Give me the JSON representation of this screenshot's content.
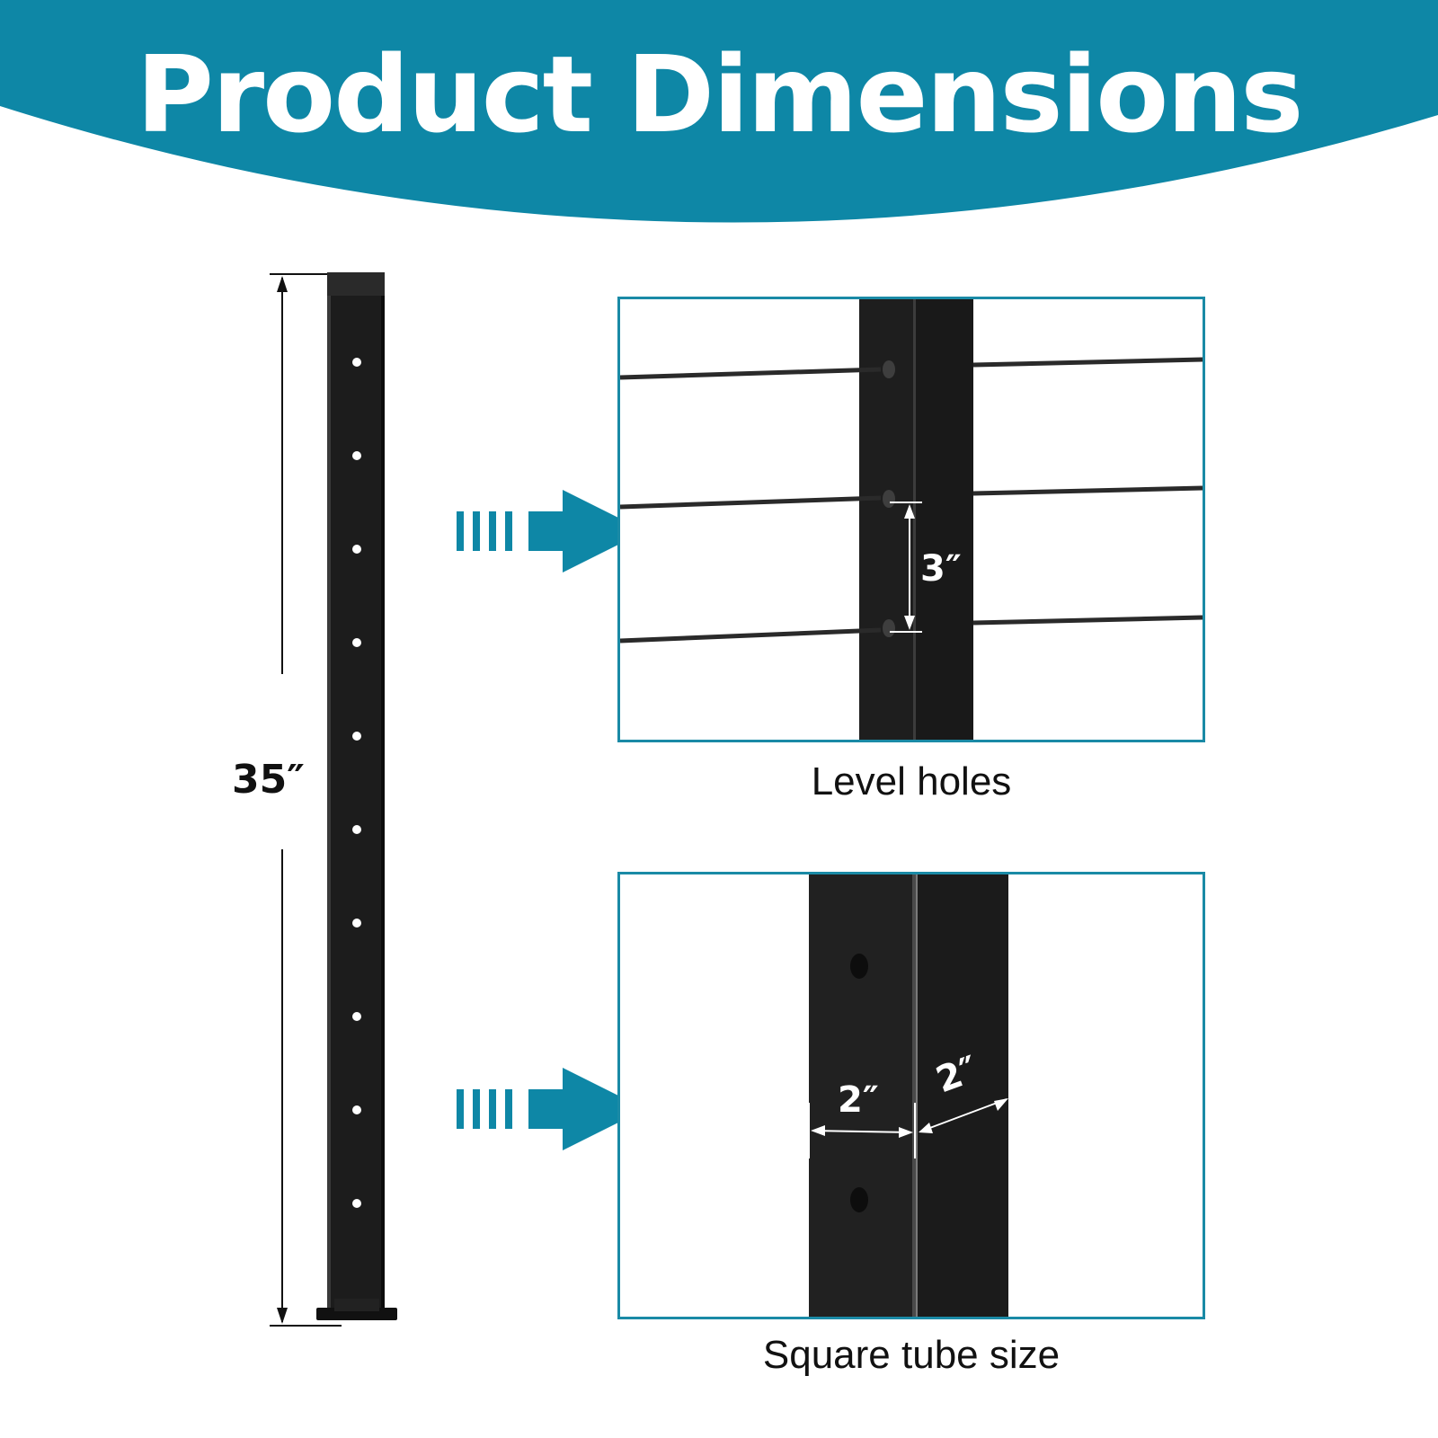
{
  "header": {
    "title": "Product Dimensions"
  },
  "post": {
    "height_label": "35″"
  },
  "level_holes": {
    "spacing_label": "3″",
    "caption": "Level holes"
  },
  "tube": {
    "width_label": "2″",
    "depth_label": "2″",
    "caption": "Square tube size"
  },
  "colors": {
    "accent": "#0e87a6",
    "post": "#1c1c1c",
    "panel_border": "#1a8aa6"
  },
  "icons": {
    "arrow": "arrow-right-icon"
  }
}
